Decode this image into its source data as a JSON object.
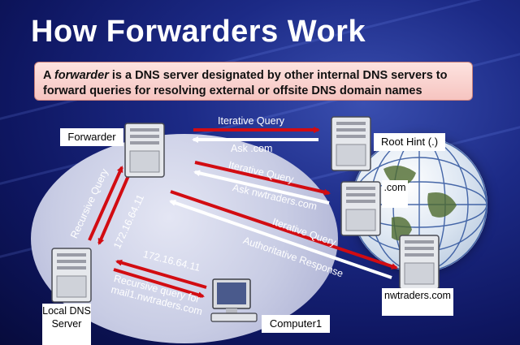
{
  "title": "How Forwarders Work",
  "definition": {
    "prefix": "A ",
    "term": "forwarder",
    "rest": " is a DNS server designated by other internal DNS servers to forward queries for resolving external or offsite DNS domain names"
  },
  "nodes": {
    "forwarder": "Forwarder",
    "root_hint": "Root Hint (.)",
    "com": ".com",
    "nwtraders": "nwtraders.com",
    "local_dns": "Local DNS Server",
    "computer": "Computer1"
  },
  "arrow_labels": {
    "iterative_root": "Iterative Query",
    "ask_com": "Ask .com",
    "iterative_com": "Iterative Query",
    "ask_nwtraders": "Ask nwtraders.com",
    "iterative_nwt": "Iterative Query",
    "authoritative": "Authoritative Response",
    "recursive": "Recursive Query",
    "ip_vertical": "172.16.64.11",
    "ip_local": "172.16.64.11",
    "recursive_mail": "Recursive query for mail1.nwtraders.com"
  },
  "colors": {
    "arrow": "#d20c12",
    "arrow_return": "#ffffff",
    "definition_bg": "#f6c4c0"
  },
  "icons": [
    "server-icon",
    "computer-icon",
    "globe-icon"
  ]
}
